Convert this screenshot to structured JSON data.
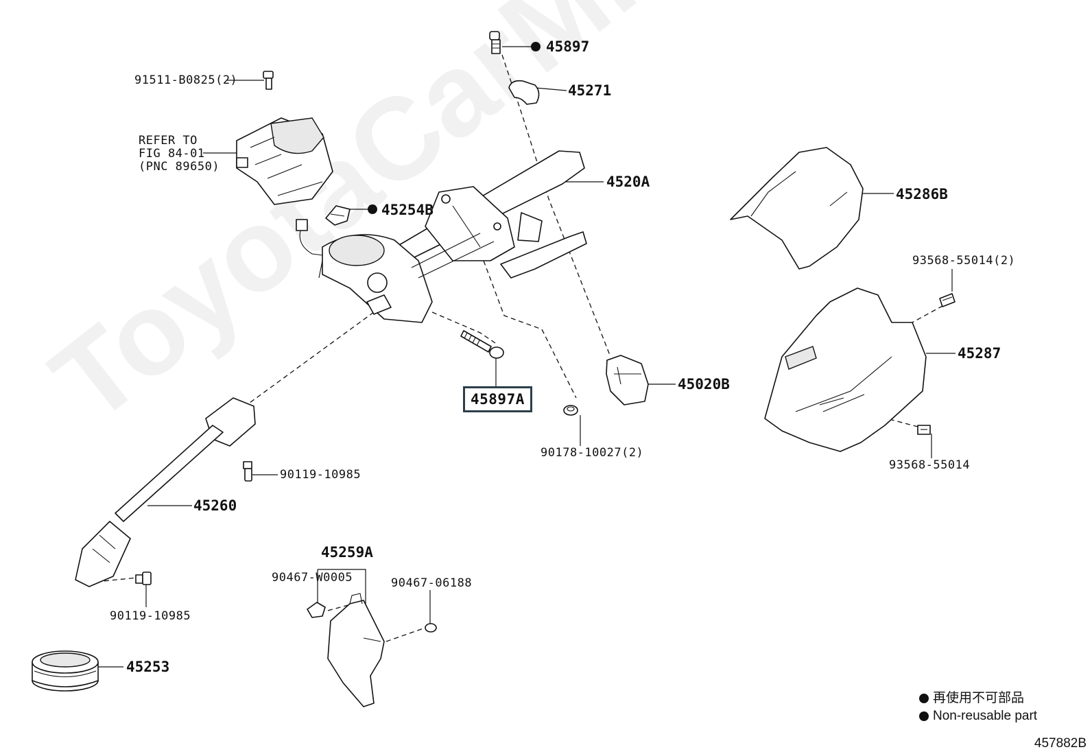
{
  "labels": {
    "p45897": "45897",
    "p45271": "45271",
    "p91511": "91511-B0825(2)",
    "refer_line1": "REFER TO",
    "refer_line2": "FIG 84-01",
    "refer_line3": "(PNC 89650)",
    "p45254B": "45254B",
    "p4520A": "4520A",
    "p45286B": "45286B",
    "p93568_2": "93568-55014(2)",
    "p45287": "45287",
    "p45020B": "45020B",
    "p45897A": "45897A",
    "p90178": "90178-10027(2)",
    "p93568": "93568-55014",
    "p90119_upper": "90119-10985",
    "p45260": "45260",
    "p45259A": "45259A",
    "p90467_W": "90467-W0005",
    "p90467_06": "90467-06188",
    "p90119_lower": "90119-10985",
    "p45253": "45253"
  },
  "legend": {
    "line_jp": "再使用不可部品",
    "line_en": "Non-reusable part"
  },
  "watermark": "ToyotaCarMine.ru",
  "diagram_id": "457882B"
}
